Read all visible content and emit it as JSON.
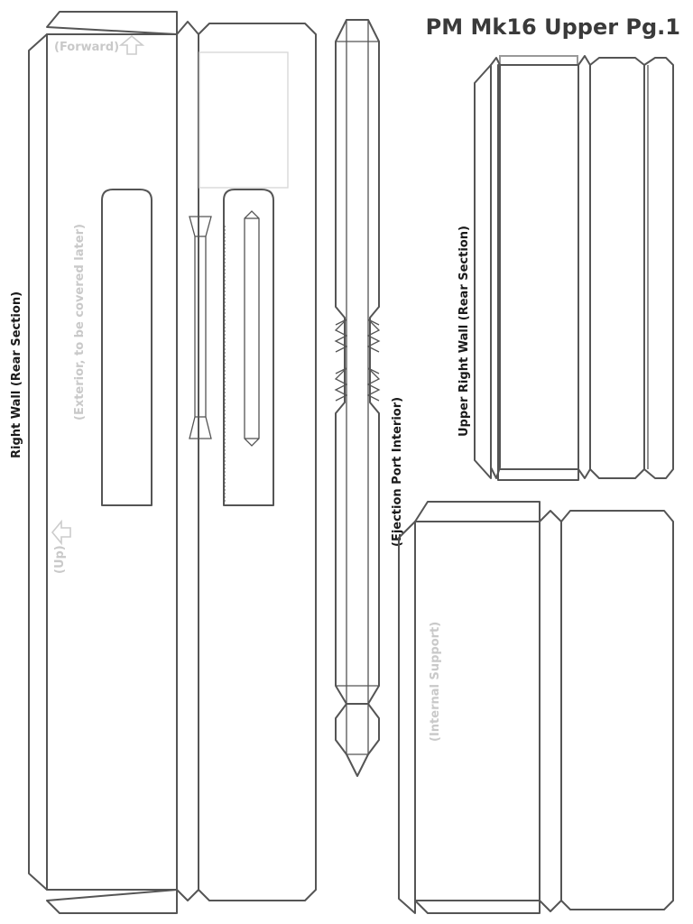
{
  "title": "PM Mk16 Upper Pg.1",
  "labels": {
    "right_wall": "Right Wall (Rear Section)",
    "exterior_note": "(Exterior, to be covered later)",
    "forward": "(Forward)",
    "up": "(Up)",
    "ejection_port_interior": "(Ejection Port Interior)",
    "upper_right_wall": "Upper Right Wall (Rear Section)",
    "internal_support": "(Internal Support)"
  },
  "icons": [
    "arrow-up-icon",
    "arrow-left-icon"
  ]
}
